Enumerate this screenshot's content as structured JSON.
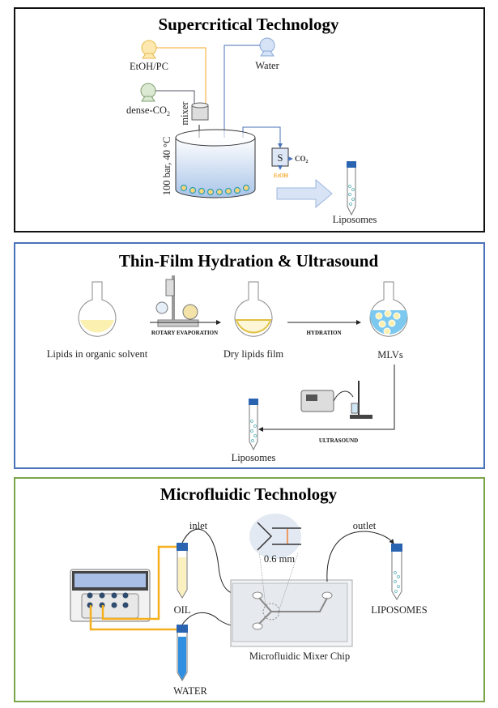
{
  "panels": {
    "supercritical": {
      "title": "Supercritical Technology",
      "ethanol_pc": "EtOH/PC",
      "water": "Water",
      "dense_co2": "dense-CO",
      "dense_co2_sub": "2",
      "mixer": "mixer",
      "conditions": "100 bar, 40 °C",
      "separator": "S",
      "co2_out": "CO",
      "co2_out_sub": "2",
      "etoh_out": "EtOH",
      "product": "Liposomes"
    },
    "thin_film": {
      "title": "Thin-Film Hydration & Ultrasound",
      "step1_label": "Lipids in organic solvent",
      "arrow1": "ROTARY EVAPORATION",
      "step2_label": "Dry lipids film",
      "arrow2": "HYDRATION",
      "step3_label": "MLVs",
      "arrow3": "ULTRASOUND",
      "product": "Liposomes"
    },
    "microfluidic": {
      "title": "Microfluidic Technology",
      "inlet": "inlet",
      "outlet": "outlet",
      "channel_width": "0.6 mm",
      "oil": "OIL",
      "water": "WATER",
      "chip": "Microfluidic Mixer Chip",
      "product": "LIPOSOMES"
    }
  },
  "colors": {
    "panel1_border": "#111111",
    "panel2_border": "#4a72b8",
    "panel3_border": "#7aa64a",
    "orange": "#f5a623",
    "blue_fluid": "#2f8fe0"
  }
}
